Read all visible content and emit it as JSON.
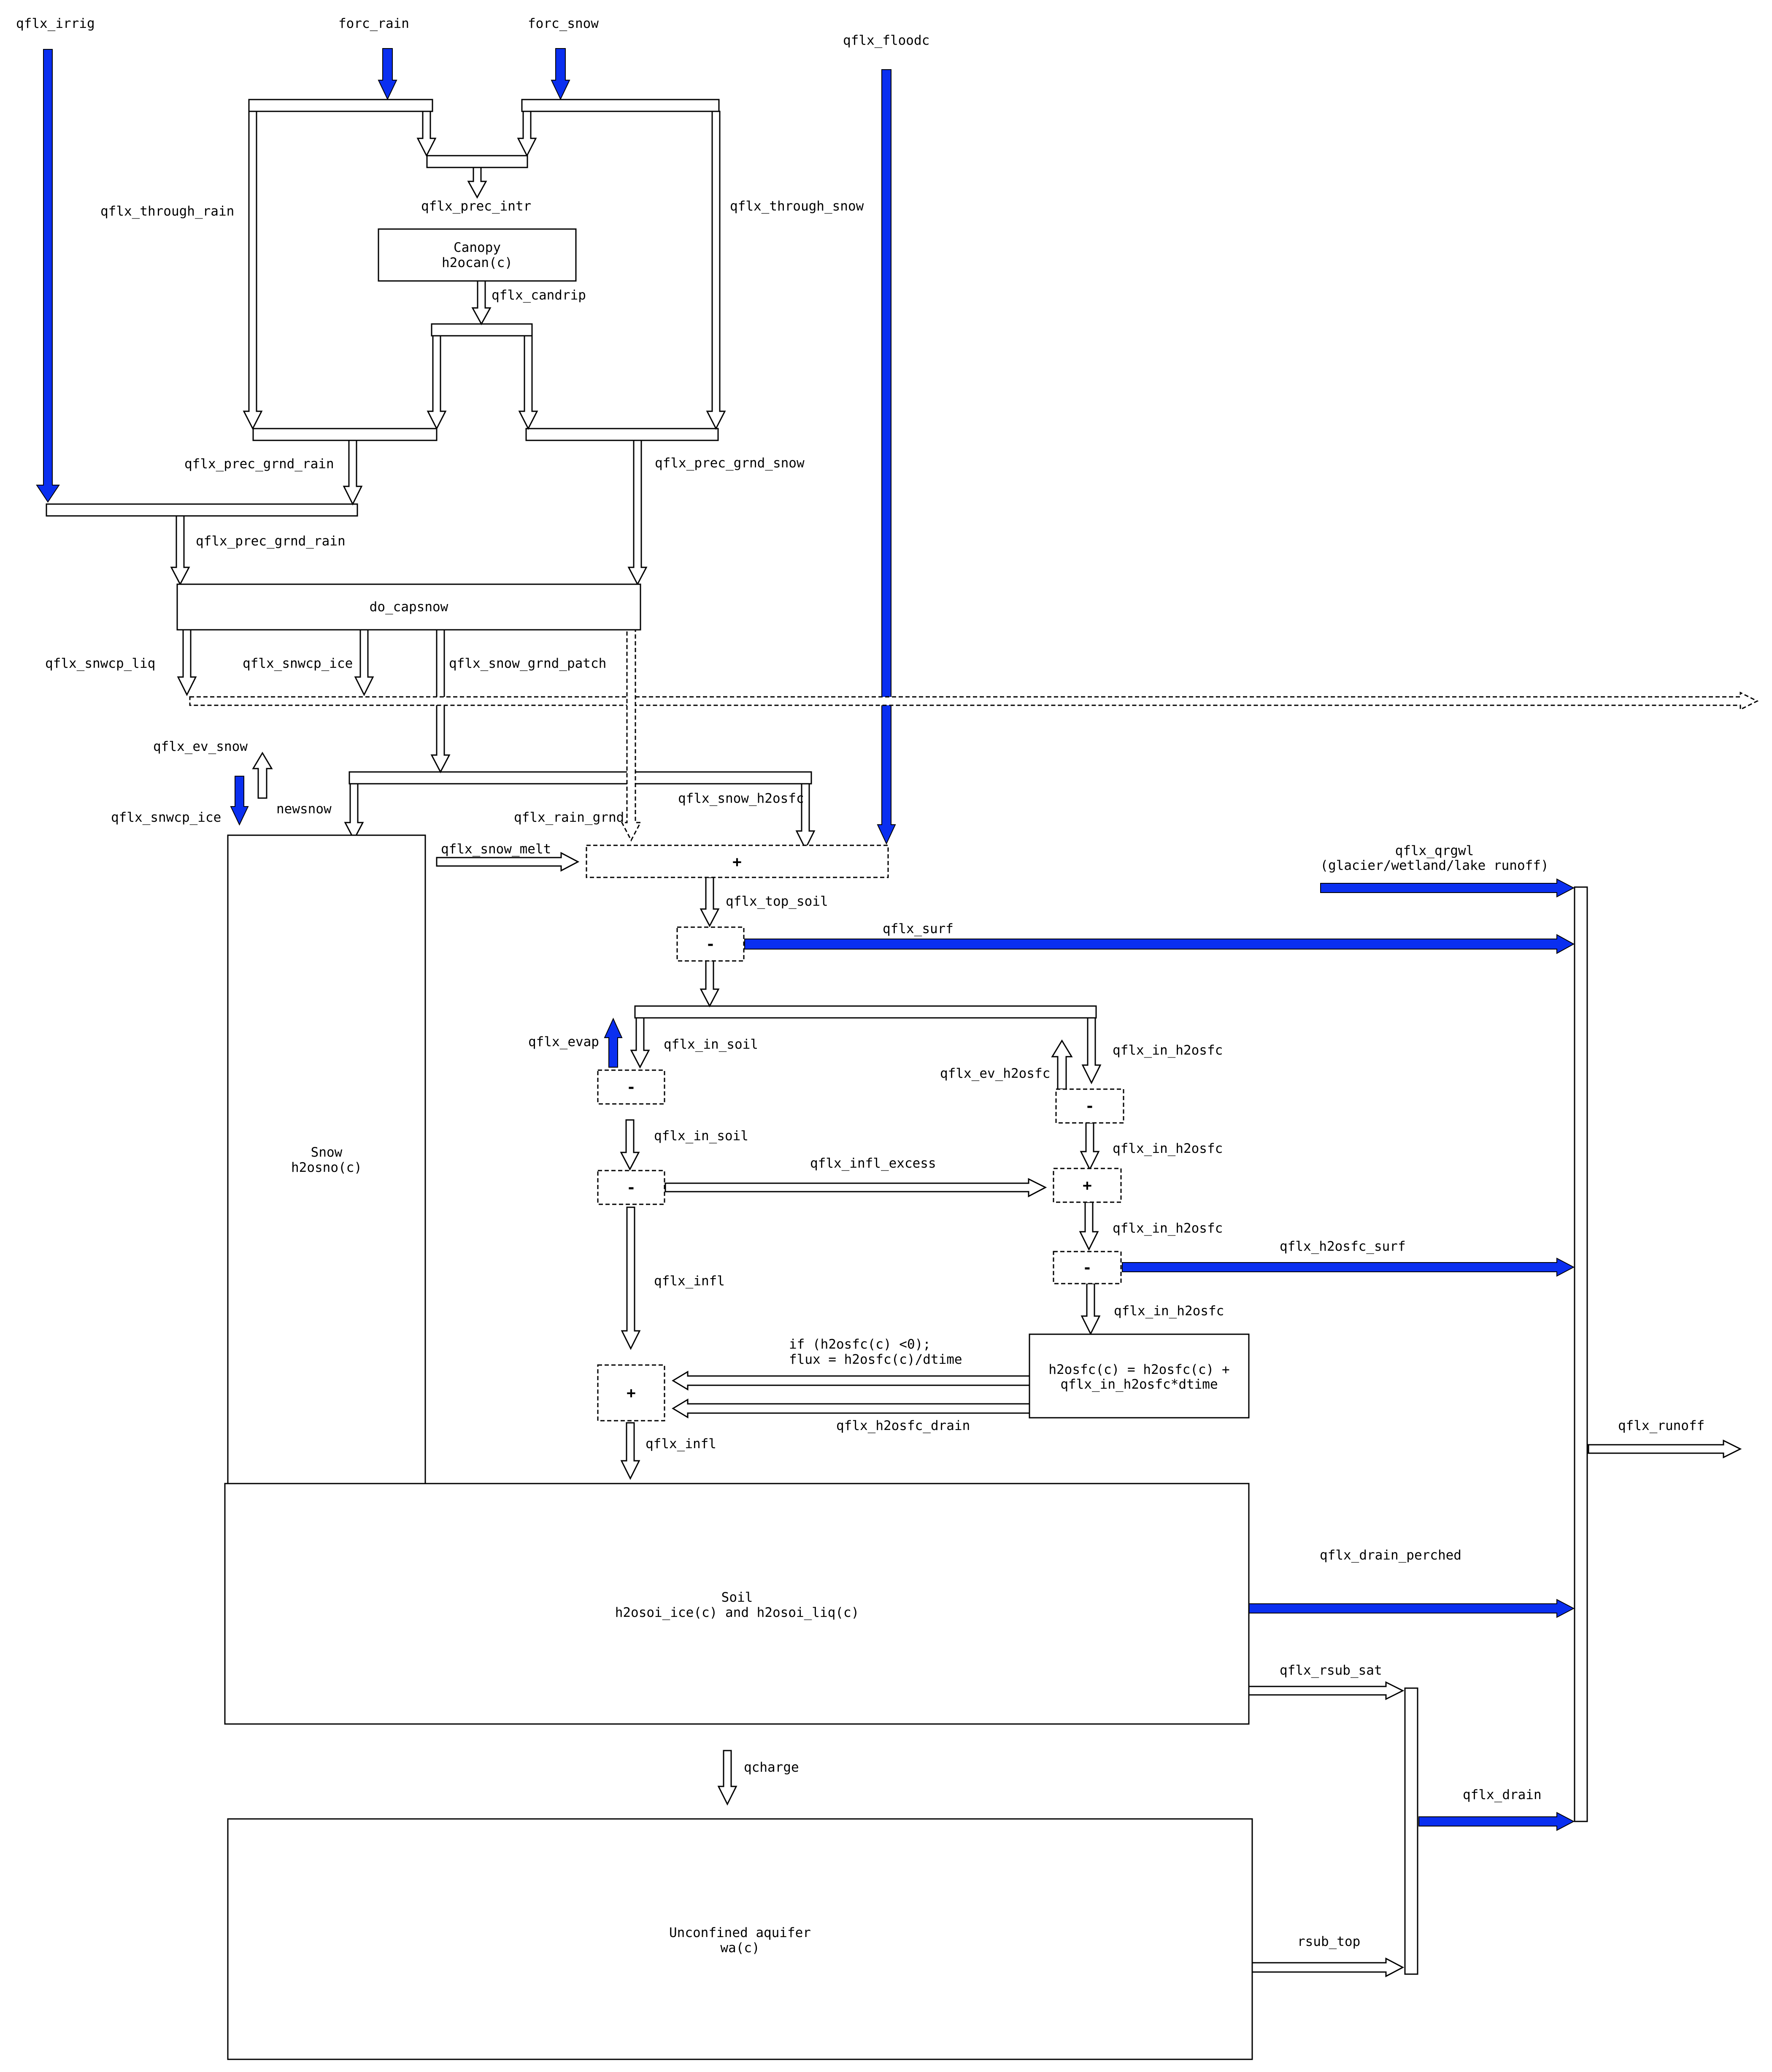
{
  "colors": {
    "flux_blue": "#0a2ff0",
    "outline": "#000000",
    "background": "#ffffff"
  },
  "labels": {
    "qflx_irrig": "qflx_irrig",
    "forc_rain": "forc_rain",
    "forc_snow": "forc_snow",
    "qflx_floodc": "qflx_floodc",
    "qflx_through_rain": "qflx_through_rain",
    "qflx_through_snow": "qflx_through_snow",
    "qflx_prec_intr": "qflx_prec_intr",
    "qflx_candrip": "qflx_candrip",
    "qflx_prec_grnd_rain_1": "qflx_prec_grnd_rain",
    "qflx_prec_grnd_snow": "qflx_prec_grnd_snow",
    "qflx_prec_grnd_rain_2": "qflx_prec_grnd_rain",
    "qflx_snwcp_liq": "qflx_snwcp_liq",
    "qflx_snwcp_ice_top": "qflx_snwcp_ice",
    "qflx_snow_grnd_patch": "qflx_snow_grnd_patch",
    "qflx_ev_snow": "qflx_ev_snow",
    "qflx_snwcp_ice_left": "qflx_snwcp_ice",
    "newsnow": "newsnow",
    "qflx_rain_grnd": "qflx_rain_grnd",
    "qflx_snow_h2osfc": "qflx_snow_h2osfc",
    "qflx_snow_melt": "qflx_snow_melt",
    "qflx_top_soil": "qflx_top_soil",
    "qflx_surf": "qflx_surf",
    "qflx_qrgwl_1": "qflx_qrgwl",
    "qflx_qrgwl_2": "(glacier/wetland/lake runoff)",
    "qflx_evap": "qflx_evap",
    "qflx_in_soil_1": "qflx_in_soil",
    "qflx_ev_h2osfc": "qflx_ev_h2osfc",
    "qflx_in_h2osfc_1": "qflx_in_h2osfc",
    "qflx_in_soil_2": "qflx_in_soil",
    "qflx_in_h2osfc_2": "qflx_in_h2osfc",
    "qflx_infl_excess": "qflx_infl_excess",
    "qflx_in_h2osfc_3": "qflx_in_h2osfc",
    "qflx_h2osfc_surf": "qflx_h2osfc_surf",
    "qflx_infl_1": "qflx_infl",
    "qflx_in_h2osfc_4": "qflx_in_h2osfc",
    "if_condition_1": "if (h2osfc(c) <0);",
    "if_condition_2": "flux = h2osfc(c)/dtime",
    "qflx_h2osfc_drain": "qflx_h2osfc_drain",
    "qflx_infl_2": "qflx_infl",
    "qflx_runoff": "qflx_runoff",
    "qflx_drain_perched": "qflx_drain_perched",
    "qflx_rsub_sat": "qflx_rsub_sat",
    "qcharge": "qcharge",
    "qflx_drain": "qflx_drain",
    "rsub_top": "rsub_top"
  },
  "boxes": {
    "canopy_1": "Canopy",
    "canopy_2": "h2ocan(c)",
    "do_capsnow": "do_capsnow",
    "snow_1": "Snow",
    "snow_2": "h2osno(c)",
    "h2osfc_1": "h2osfc(c) = h2osfc(c) +",
    "h2osfc_2": "qflx_in_h2osfc*dtime",
    "soil_1": "Soil",
    "soil_2": "h2osoi_ice(c) and h2osoi_liq(c)",
    "aquifer_1": "Unconfined aquifer",
    "aquifer_2": "wa(c)"
  },
  "operators": {
    "top_plus": "+",
    "surf_minus": "-",
    "evap_minus": "-",
    "h2osfc_evap_minus": "-",
    "infl_minus": "-",
    "excess_plus": "+",
    "h2osfc_surf_minus": "-",
    "drain_plus": "+"
  }
}
